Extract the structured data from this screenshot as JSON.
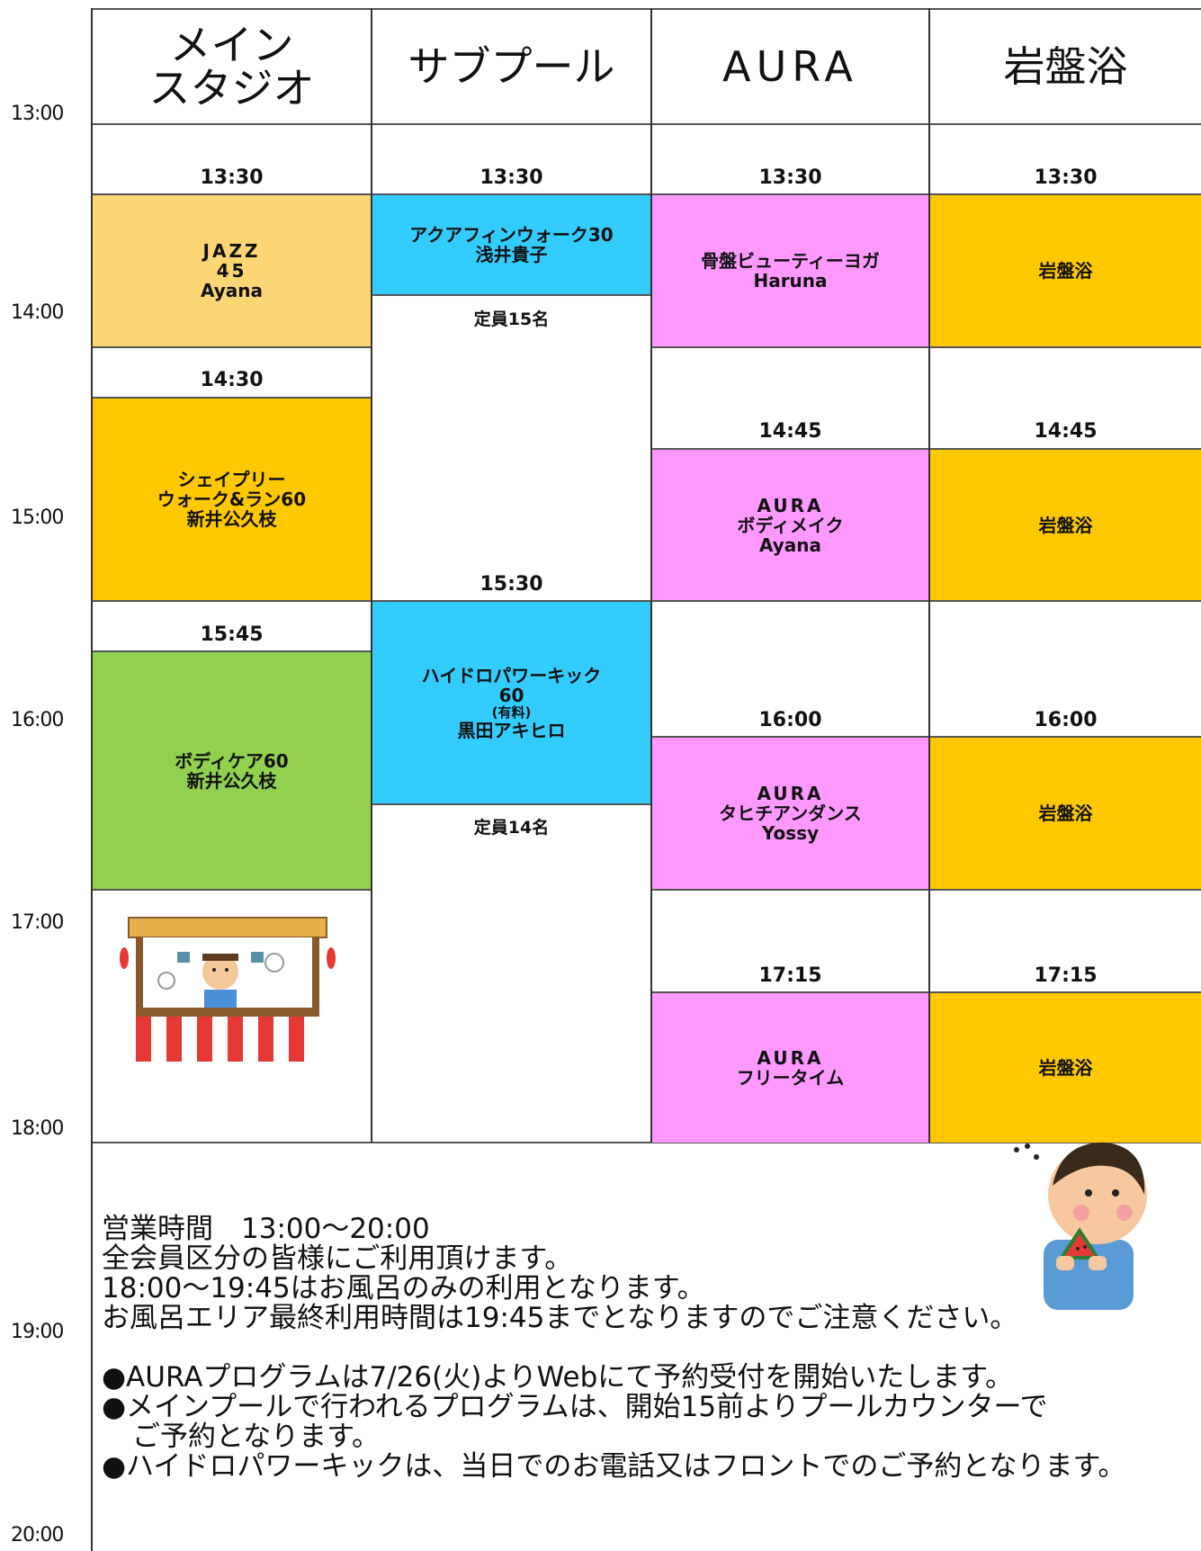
{
  "hours": [
    "13:00",
    "14:00",
    "15:00",
    "16:00",
    "17:00",
    "18:00",
    "19:00",
    "20:00"
  ],
  "columns": [
    {
      "label_line1": "メイン",
      "label_line2": "スタジオ"
    },
    {
      "label_line1": "サブプール",
      "label_line2": ""
    },
    {
      "label_line1": "AURA",
      "label_line2": ""
    },
    {
      "label_line1": "岩盤浴",
      "label_line2": ""
    }
  ],
  "main_studio": [
    {
      "time": "13:30",
      "lines": [
        "JAZZ",
        "45",
        "Ayana"
      ],
      "color": "#FCD675"
    },
    {
      "time": "14:30",
      "lines": [
        "シェイプリー",
        "ウォーク&ラン60",
        "新井公久枝"
      ],
      "color": "#FFC800"
    },
    {
      "time": "15:45",
      "lines": [
        "ボディケア60",
        "新井公久枝"
      ],
      "color": "#92D050"
    }
  ],
  "sub_pool": [
    {
      "time": "13:30",
      "lines": [
        "アクアフィンウォーク30",
        "浅井貴子"
      ],
      "capacity": "定員15名",
      "color": "#33CCFF"
    },
    {
      "time": "15:30",
      "lines": [
        "ハイドロパワーキック",
        "60",
        "(有料)",
        "黒田アキヒロ"
      ],
      "capacity": "定員14名",
      "color": "#33CCFF"
    }
  ],
  "aura": [
    {
      "time": "13:30",
      "lines": [
        "骨盤ビューティーヨガ",
        "Haruna"
      ],
      "color": "#FF99FF"
    },
    {
      "time": "14:45",
      "lines": [
        "AURA",
        "ボディメイク",
        "Ayana"
      ],
      "color": "#FF99FF"
    },
    {
      "time": "16:00",
      "lines": [
        "AURA",
        "タヒチアンダンス",
        "Yossy"
      ],
      "color": "#FF99FF"
    },
    {
      "time": "17:15",
      "lines": [
        "AURA",
        "フリータイム"
      ],
      "color": "#FF99FF"
    }
  ],
  "ganbanyoku": [
    {
      "time": "13:30",
      "label": "岩盤浴",
      "color": "#FFC800"
    },
    {
      "time": "14:45",
      "label": "岩盤浴",
      "color": "#FFC800"
    },
    {
      "time": "16:00",
      "label": "岩盤浴",
      "color": "#FFC800"
    },
    {
      "time": "17:15",
      "label": "岩盤浴",
      "color": "#FFC800"
    }
  ],
  "notes": {
    "hours": "営業時間　13:00〜20:00",
    "line1": "全会員区分の皆様にご利用頂けます。",
    "line2": "18:00〜19:45はお風呂のみの利用となります。",
    "line3": "お風呂エリア最終利用時間は19:45までとなりますのでご注意ください。",
    "bullet1": "●AURAプログラムは7/26(火)よりWebにて予約受付を開始いたします。",
    "bullet2a": "●メインプールで行われるプログラムは、開始15前よりプールカウンターで",
    "bullet2b": "ご予約となります。",
    "bullet3": "●ハイドロパワーキックは、当日でのお電話又はフロントでのご予約となります。"
  },
  "illustrations": [
    "festival-stall-illustration",
    "boy-eating-watermelon-illustration"
  ]
}
